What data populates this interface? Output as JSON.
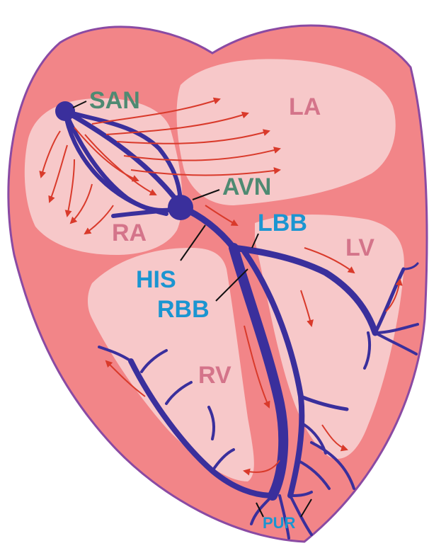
{
  "diagram": {
    "colors": {
      "heart_fill": "#f28588",
      "heart_outline": "#8a4aa3",
      "chamber_fill": "#f7c8c9",
      "conduction": "#3a2f9c",
      "arrows": "#d93a2b",
      "node_label": "#4f8a72",
      "bundle_label": "#1b95d1",
      "chamber_label": "#d4748a"
    },
    "chambers": {
      "la": "LA",
      "ra": "RA",
      "lv": "LV",
      "rv": "RV"
    },
    "nodes": {
      "san": "SAN",
      "avn": "AVN"
    },
    "bundles": {
      "his": "HIS",
      "lbb": "LBB",
      "rbb": "RBB",
      "pur": "PUR"
    }
  }
}
